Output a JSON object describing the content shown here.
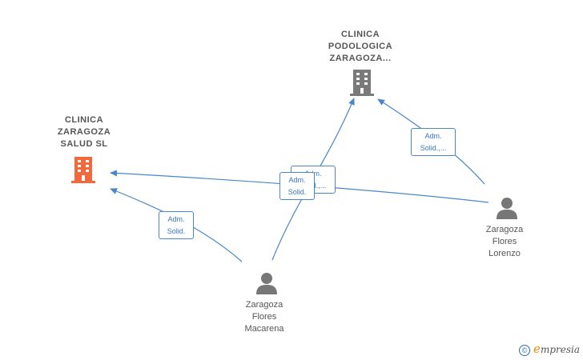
{
  "companies": [
    {
      "id": "clinica-zaragoza-salud",
      "label_lines": [
        "CLINICA",
        "ZARAGOZA",
        "SALUD  SL"
      ],
      "color": "#f26a3c"
    },
    {
      "id": "clinica-podologica",
      "label_lines": [
        "CLINICA",
        "PODOLOGICA",
        "ZARAGOZA..."
      ],
      "color": "#7a7a7a"
    }
  ],
  "people": [
    {
      "id": "macarena",
      "label_lines": [
        "Zaragoza",
        "Flores",
        "Macarena"
      ]
    },
    {
      "id": "lorenzo",
      "label_lines": [
        "Zaragoza",
        "Flores",
        "Lorenzo"
      ]
    }
  ],
  "edge_labels": [
    {
      "lines": [
        "Adm.",
        "Solid."
      ]
    },
    {
      "lines": [
        "Adm.",
        "Solid.,..."
      ]
    },
    {
      "lines": [
        "Adm.",
        "Solid.,..."
      ]
    },
    {
      "lines": [
        "Adm.",
        "Solid."
      ]
    }
  ],
  "footer": {
    "copyright_symbol": "©",
    "brand_first": "e",
    "brand_rest": "mpresia"
  },
  "colors": {
    "edge": "#4a86c8",
    "person_icon": "#777777"
  }
}
